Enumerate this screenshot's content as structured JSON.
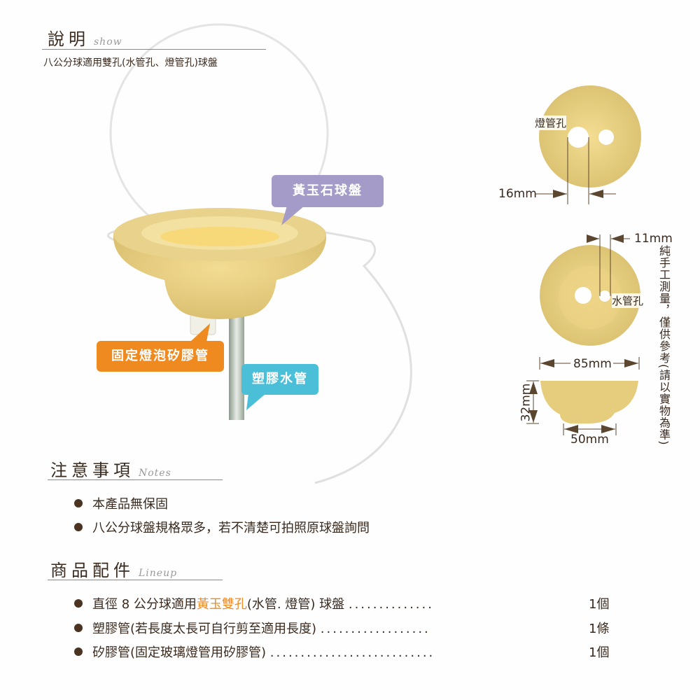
{
  "header": {
    "title": "說明",
    "title_en": "show",
    "subtitle": "八公分球適用雙孔(水管孔、燈管孔)球盤"
  },
  "callouts": {
    "plate": "黃玉石球盤",
    "silicone": "固定燈泡矽膠管",
    "water_tube": "塑膠水管"
  },
  "diagram": {
    "lamp_hole": "燈管孔",
    "water_hole": "水管孔",
    "lamp_hole_dim": "16mm",
    "water_hole_dim": "11mm",
    "diameter": "85mm",
    "height": "32mm",
    "base": "50mm",
    "note": "純手工測量，僅供參考(請以實物為準)"
  },
  "notes": {
    "title": "注意事項",
    "title_en": "Notes",
    "items": [
      "本產品無保固",
      "八公分球盤規格眾多，若不清楚可拍照原球盤詢問"
    ]
  },
  "lineup": {
    "title": "商品配件",
    "title_en": "Lineup",
    "items": [
      {
        "pre": "直徑 8 公分球適用",
        "highlight": "黃玉雙孔",
        "post": "(水管. 燈管) 球盤",
        "dots": "..............",
        "qty": "1個"
      },
      {
        "pre": "塑膠管(若長度太長可自行剪至適用長度)",
        "highlight": "",
        "post": "",
        "dots": "..................",
        "qty": "1條"
      },
      {
        "pre": "矽膠管(固定玻璃燈管用矽膠管)",
        "highlight": "",
        "post": "",
        "dots": "...........................",
        "qty": "1個"
      }
    ]
  },
  "colors": {
    "purple": "#a49bc9",
    "orange": "#ef8a21",
    "teal": "#4bbfd8",
    "stone": "#e7cf86"
  }
}
